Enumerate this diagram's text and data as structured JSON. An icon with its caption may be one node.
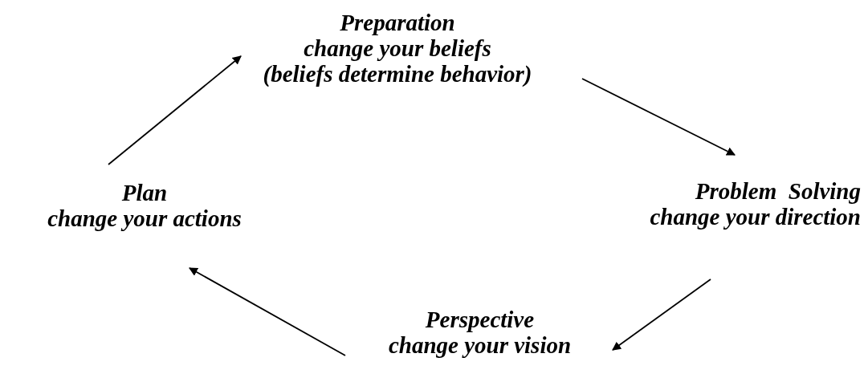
{
  "diagram": {
    "nodes": [
      {
        "text": [
          "Preparation",
          "change your beliefs",
          "(beliefs determine behavior)"
        ]
      },
      {
        "text": [
          "Problem  Solving",
          "change your direction"
        ]
      },
      {
        "text": [
          "Perspective",
          "change your vision"
        ]
      },
      {
        "text": [
          "Plan",
          "change your actions"
        ]
      }
    ],
    "edges": [
      {
        "from": 0,
        "to": 1,
        "arrow": "to"
      },
      {
        "from": 1,
        "to": 2,
        "arrow": "to"
      },
      {
        "from": 2,
        "to": 3,
        "arrow": "to"
      },
      {
        "from": 3,
        "to": 0,
        "arrow": "to"
      }
    ]
  }
}
